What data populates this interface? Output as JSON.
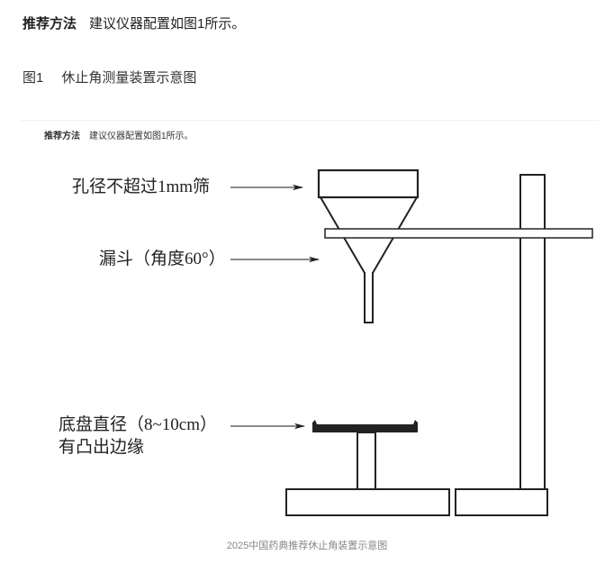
{
  "intro": {
    "method_label": "推荐方法",
    "method_text": "建议仪器配置如图1所示。"
  },
  "figure": {
    "number": "图1",
    "title": "休止角测量装置示意图"
  },
  "diagram": {
    "inner_header": {
      "method_label": "推荐方法",
      "method_text": "建议仪器配置如图1所示。"
    },
    "callouts": [
      {
        "id": "sieve",
        "text": "孔径不超过1mm筛"
      },
      {
        "id": "funnel",
        "text": "漏斗（角度60°）"
      },
      {
        "id": "base-plate-line1",
        "text": "底盘直径（8~10cm）"
      },
      {
        "id": "base-plate-line2",
        "text": "有凸出边缘"
      }
    ],
    "components": [
      "sieve",
      "funnel",
      "ring-support-arm",
      "stand-pole",
      "base-plate",
      "pedestal-column",
      "left-base-block",
      "right-base-block"
    ],
    "stroke_color": "#222222"
  },
  "caption": "2025中国药典推荐休止角装置示意图"
}
